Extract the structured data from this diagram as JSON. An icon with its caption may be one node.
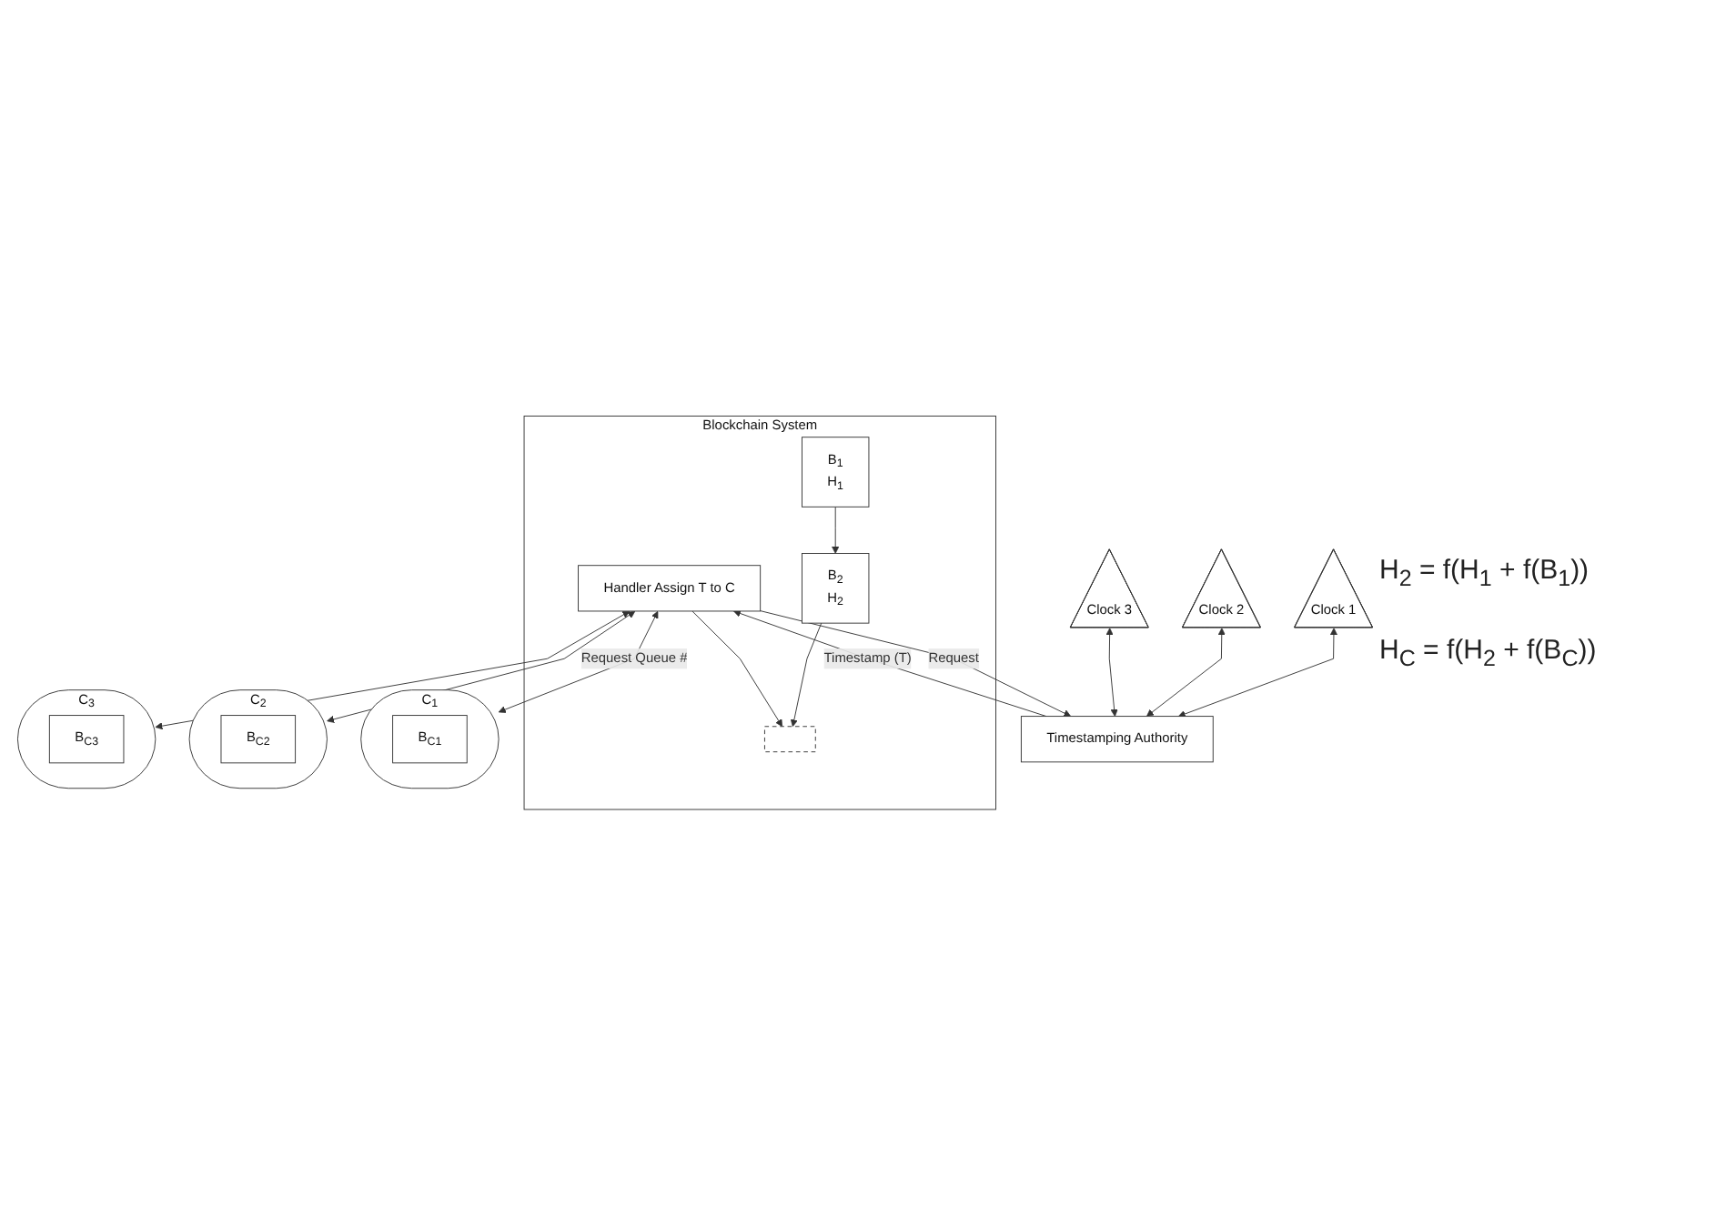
{
  "diagram": {
    "nodes": [
      {
        "text": [
          "Blockchain System"
        ]
      },
      {
        "text": [
          "B$_{1}$",
          "H$_{1}$"
        ],
        "in": 0
      },
      {
        "text": [
          "B$_{2}$",
          "H$_{2}$"
        ],
        "in": 0
      },
      {
        "text": [],
        "shape": "box",
        "in": 0
      },
      {
        "text": [
          "Handler Assign T to C"
        ],
        "in": 0
      },
      {
        "text": [
          "Clock 1"
        ]
      },
      {
        "text": [
          "Clock 2"
        ]
      },
      {
        "text": [
          "Clock 3"
        ]
      },
      {
        "text": [
          "Timestamping Authority"
        ]
      },
      {
        "text": [
          "C$_{1}$"
        ]
      },
      {
        "text": [
          "B$_{C1}$"
        ],
        "in": 9
      },
      {
        "text": [
          "C$_{2}$"
        ]
      },
      {
        "text": [
          "B$_{C2}$"
        ],
        "in": 11
      },
      {
        "text": [
          "C$_{3}$"
        ]
      },
      {
        "text": [
          "B$_{C3}$"
        ],
        "in": 13
      }
    ],
    "edges": [
      {
        "from": 1,
        "to": 2,
        "arrow": "to"
      },
      {
        "from": 2,
        "to": 3,
        "arrow": "to"
      },
      {
        "from": 4,
        "to": 3,
        "arrow": "to"
      },
      {
        "from": 5,
        "to": 8,
        "arrow": "both"
      },
      {
        "from": 6,
        "to": 8,
        "arrow": "both"
      },
      {
        "from": 7,
        "to": 8,
        "arrow": "both"
      },
      {
        "from": 4,
        "to": 8,
        "arrow": "to",
        "label": "Request"
      },
      {
        "from": 8,
        "to": 4,
        "arrow": "to",
        "label": "Timestamp (T)"
      },
      {
        "from": 4,
        "to": 9,
        "arrow": "both",
        "label": "Request Queue #"
      },
      {
        "from": 4,
        "to": 11,
        "arrow": "both"
      },
      {
        "from": 4,
        "to": 13,
        "arrow": "both"
      }
    ],
    "labels": [
      "H$_{2}$ = f(H$_{1}$ + f(B$_{1}$))",
      "H$_{C}$ = f(H$_{2}$ + f(B$_{C}$))"
    ]
  }
}
